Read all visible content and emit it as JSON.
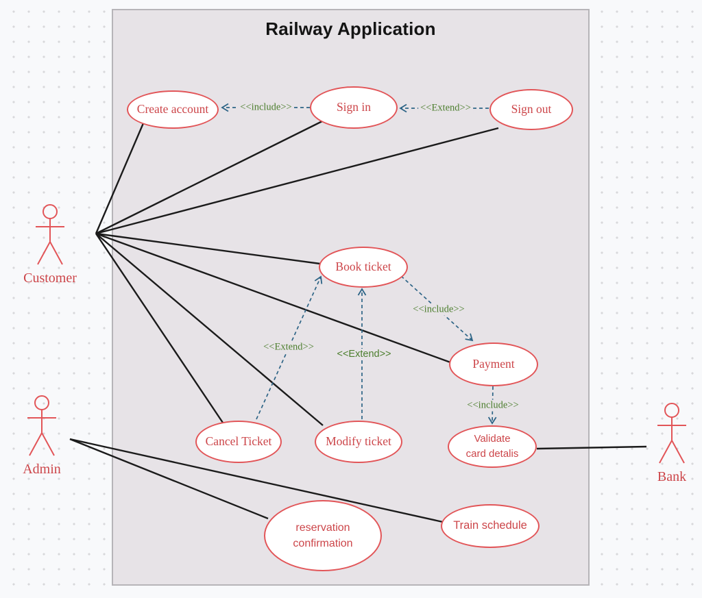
{
  "diagram": {
    "title": "Railway Application"
  },
  "actors": [
    {
      "name": "Customer"
    },
    {
      "name": "Admin"
    },
    {
      "name": "Bank"
    }
  ],
  "use_cases": [
    {
      "id": "create-account",
      "lines": [
        "Create account"
      ]
    },
    {
      "id": "sign-in",
      "lines": [
        "Sign in"
      ]
    },
    {
      "id": "sign-out",
      "lines": [
        "Sign out"
      ]
    },
    {
      "id": "book-ticket",
      "lines": [
        "Book ticket"
      ]
    },
    {
      "id": "payment",
      "lines": [
        "Payment"
      ]
    },
    {
      "id": "cancel-ticket",
      "lines": [
        "Cancel Ticket"
      ]
    },
    {
      "id": "modify-ticket",
      "lines": [
        "Modify ticket"
      ]
    },
    {
      "id": "validate-card-details",
      "lines": [
        "Validate",
        "card detalis"
      ]
    },
    {
      "id": "reservation-confirmation",
      "lines": [
        "reservation",
        "confirmation"
      ]
    },
    {
      "id": "train-schedule",
      "lines": [
        "Train schedule"
      ]
    }
  ],
  "relationships": [
    {
      "label": "<<include>>",
      "from": "Sign in",
      "to": "Create account"
    },
    {
      "label": "<<Extend>>",
      "from": "Sign out",
      "to": "Sign in"
    },
    {
      "label": "<<include>>",
      "from": "Book ticket",
      "to": "Payment"
    },
    {
      "label": "<<include>>",
      "from": "Payment",
      "to": "Validate card detalis"
    },
    {
      "label": "<<Extend>>",
      "from": "Cancel Ticket",
      "to": "Book ticket"
    },
    {
      "label": "<<Extend>>",
      "from": "Modify ticket",
      "to": "Book ticket"
    }
  ],
  "colors": {
    "shape_stroke": "#e25558",
    "shape_text": "#cc4549",
    "relationship_label": "#4c7e2e",
    "relationship_line": "#2d6486",
    "association_line": "#1b1b1b",
    "boundary_fill": "#e7e3e7",
    "page_background": "#f8f9fb"
  }
}
